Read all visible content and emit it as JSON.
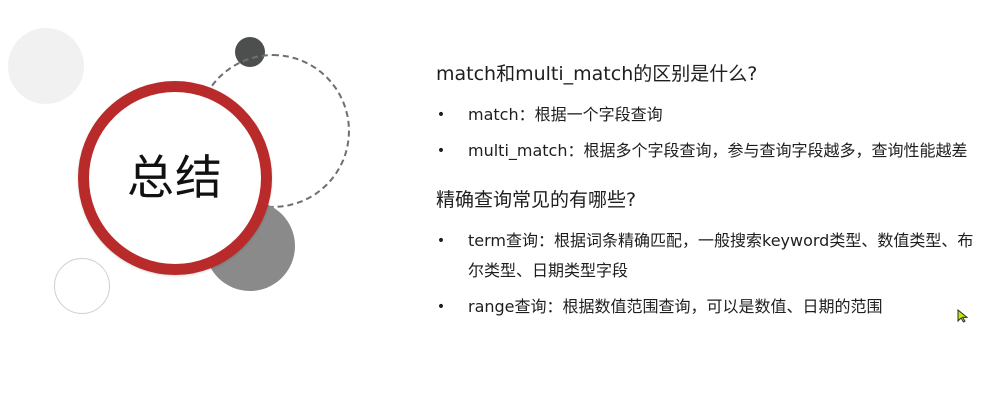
{
  "slide": {
    "title": "总结",
    "colors": {
      "accent_ring": "#b92a2a",
      "dark_dot": "#4d4f4f",
      "gray_circle": "#8a8a8a",
      "light_circle": "#f1f1f1",
      "cursor": "#c8e600"
    },
    "sections": [
      {
        "question": "match和multi_match的区别是什么?",
        "bullets": [
          "match：根据一个字段查询",
          "multi_match：根据多个字段查询，参与查询字段越多，查询性能越差"
        ]
      },
      {
        "question": "精确查询常见的有哪些?",
        "bullets": [
          "term查询：根据词条精确匹配，一般搜索keyword类型、数值类型、布尔类型、日期类型字段",
          "range查询：根据数值范围查询，可以是数值、日期的范围"
        ]
      }
    ],
    "bullet_symbol": "•",
    "cursor_icon": "mouse-pointer-icon"
  }
}
